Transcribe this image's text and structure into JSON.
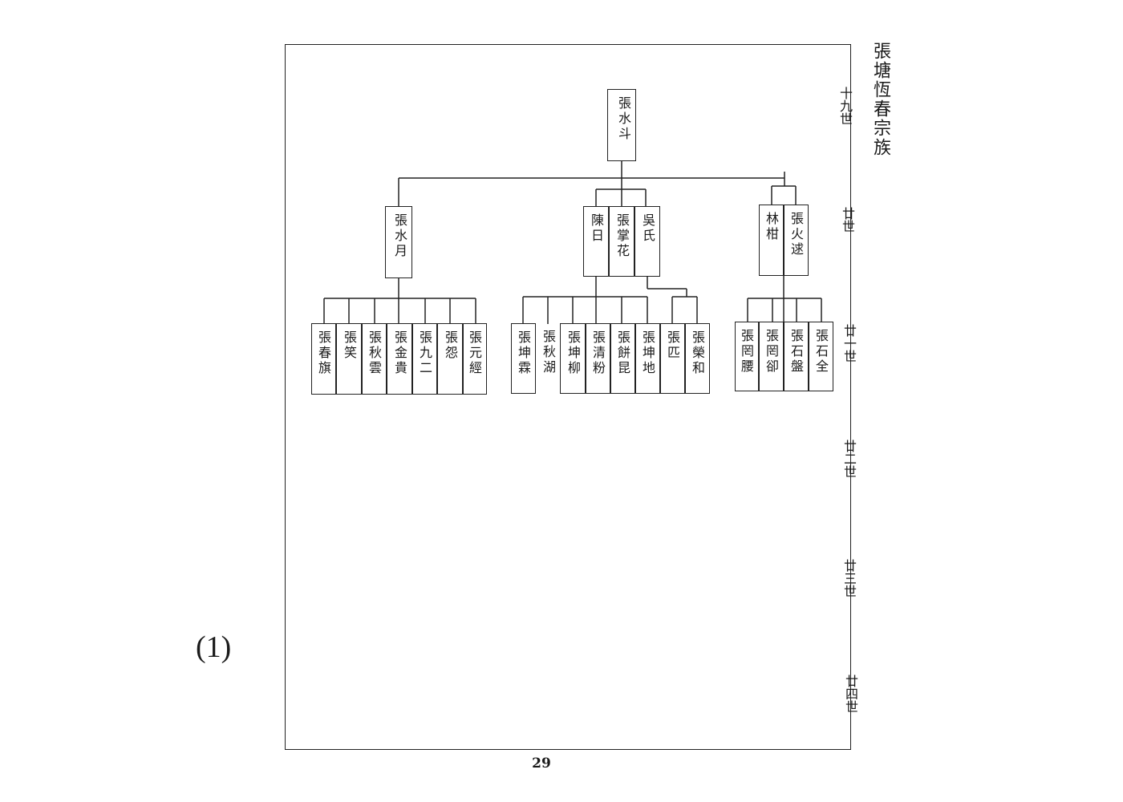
{
  "title": "張塘恆春宗族",
  "generations": [
    "十九世",
    "廿世",
    "廿一世",
    "廿二世",
    "廿三世",
    "廿四世"
  ],
  "gen19": {
    "root": "張水斗"
  },
  "gen20": {
    "left": "張水月",
    "middle": [
      "陳日",
      "張掌花",
      "吳氏"
    ],
    "right": [
      "林柑",
      "張火逑"
    ]
  },
  "gen21": {
    "left": [
      "張春旗",
      "張笑",
      "張秋雲",
      "張金貴",
      "張九二",
      "張怨",
      "張元經"
    ],
    "middle_a": [
      "張坤霖",
      "張秋湖"
    ],
    "middle_b": [
      "張坤柳",
      "張清粉",
      "張餅昆",
      "張坤地",
      "張匹",
      "張榮和"
    ],
    "right": [
      "張罔腰",
      "張罔卻",
      "張石盤",
      "張石全"
    ]
  },
  "page_number": "29",
  "marker": "(1)"
}
